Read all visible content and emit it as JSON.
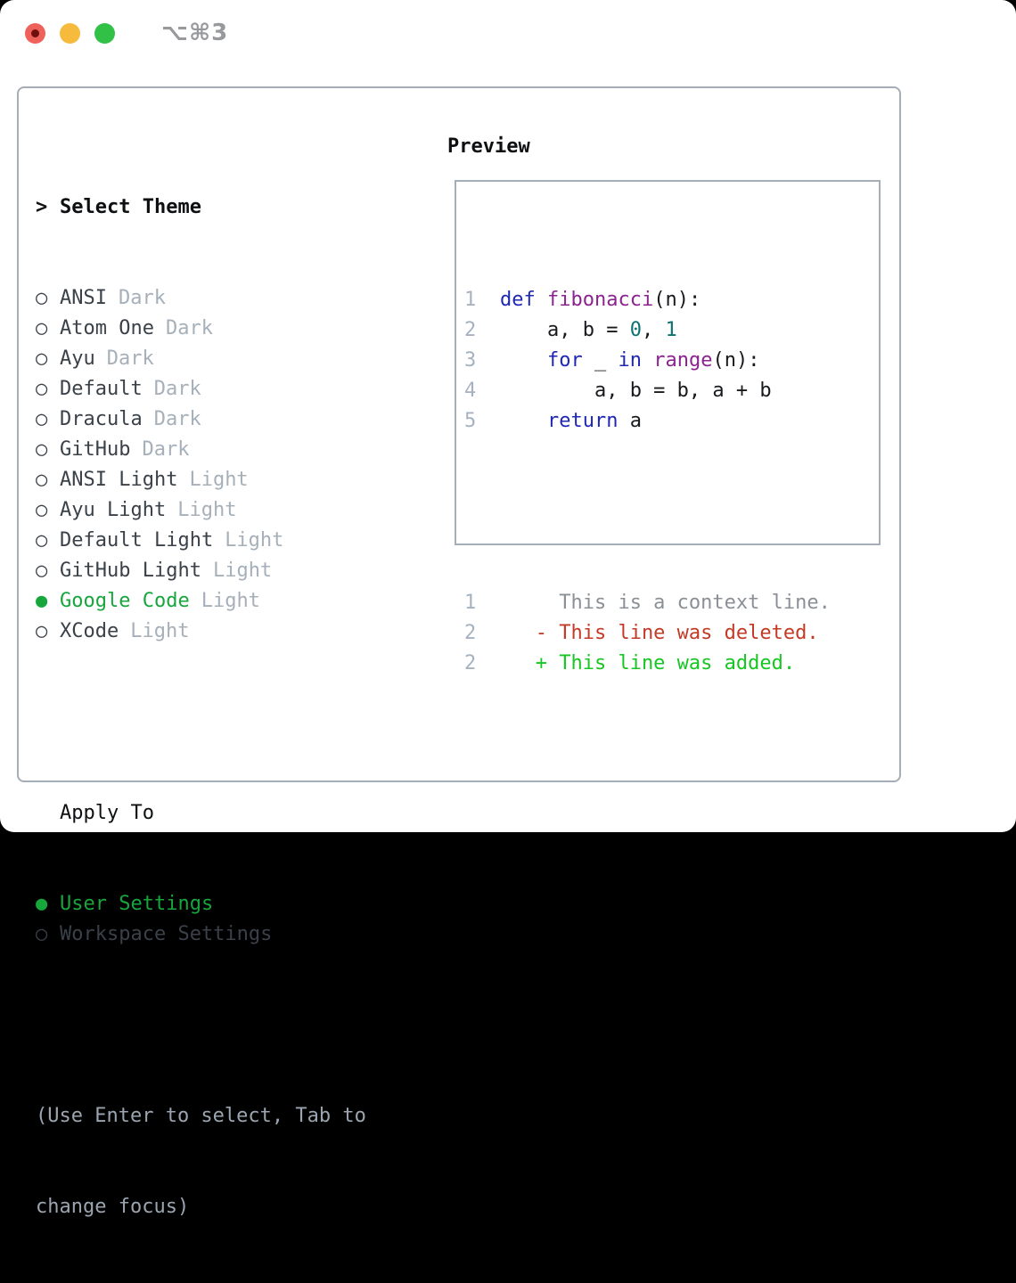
{
  "window": {
    "title": "⌥⌘3",
    "traffic_lights": [
      "close",
      "minimize",
      "zoom"
    ]
  },
  "theme_panel": {
    "header_marker": ">",
    "header": "Select Theme",
    "items": [
      {
        "marker": "○",
        "name": "ANSI",
        "tag": "Dark",
        "selected": false
      },
      {
        "marker": "○",
        "name": "Atom One",
        "tag": "Dark",
        "selected": false
      },
      {
        "marker": "○",
        "name": "Ayu",
        "tag": "Dark",
        "selected": false
      },
      {
        "marker": "○",
        "name": "Default",
        "tag": "Dark",
        "selected": false
      },
      {
        "marker": "○",
        "name": "Dracula",
        "tag": "Dark",
        "selected": false
      },
      {
        "marker": "○",
        "name": "GitHub",
        "tag": "Dark",
        "selected": false
      },
      {
        "marker": "○",
        "name": "ANSI Light",
        "tag": "Light",
        "selected": false
      },
      {
        "marker": "○",
        "name": "Ayu Light",
        "tag": "Light",
        "selected": false
      },
      {
        "marker": "○",
        "name": "Default Light",
        "tag": "Light",
        "selected": false
      },
      {
        "marker": "○",
        "name": "GitHub Light",
        "tag": "Light",
        "selected": false
      },
      {
        "marker": "●",
        "name": "Google Code",
        "tag": "Light",
        "selected": true
      },
      {
        "marker": "○",
        "name": "XCode",
        "tag": "Light",
        "selected": false
      }
    ]
  },
  "apply_panel": {
    "header": "Apply To",
    "options": [
      {
        "marker": "●",
        "label": "User Settings",
        "selected": true
      },
      {
        "marker": "○",
        "label": "Workspace Settings",
        "selected": false
      }
    ]
  },
  "hint": {
    "line1": "(Use Enter to select, Tab to",
    "line2": "change focus)"
  },
  "preview": {
    "header": "Preview",
    "code_lines": [
      {
        "num": "1",
        "tokens": [
          {
            "text": "def",
            "type": "keyword"
          },
          {
            "text": " ",
            "type": "plain"
          },
          {
            "text": "fibonacci",
            "type": "function"
          },
          {
            "text": "(n):",
            "type": "plain"
          }
        ]
      },
      {
        "num": "2",
        "tokens": [
          {
            "text": "    a, b = ",
            "type": "plain"
          },
          {
            "text": "0",
            "type": "number"
          },
          {
            "text": ", ",
            "type": "plain"
          },
          {
            "text": "1",
            "type": "number"
          }
        ]
      },
      {
        "num": "3",
        "tokens": [
          {
            "text": "    ",
            "type": "plain"
          },
          {
            "text": "for",
            "type": "keyword"
          },
          {
            "text": " _ ",
            "type": "plain"
          },
          {
            "text": "in",
            "type": "keyword"
          },
          {
            "text": " ",
            "type": "plain"
          },
          {
            "text": "range",
            "type": "function"
          },
          {
            "text": "(n):",
            "type": "plain"
          }
        ]
      },
      {
        "num": "4",
        "tokens": [
          {
            "text": "        a, b = b, a + b",
            "type": "plain"
          }
        ]
      },
      {
        "num": "5",
        "tokens": [
          {
            "text": "    ",
            "type": "plain"
          },
          {
            "text": "return",
            "type": "keyword"
          },
          {
            "text": " a",
            "type": "plain"
          }
        ]
      }
    ],
    "diff_lines": [
      {
        "num": "1",
        "text": "     This is a context line.",
        "type": "context"
      },
      {
        "num": "2",
        "text": "   - This line was deleted.",
        "type": "deleted"
      },
      {
        "num": "2",
        "text": "   + This line was added.",
        "type": "added"
      }
    ]
  },
  "colors": {
    "accent_green": "#17a63c",
    "added_green": "#17c622",
    "deleted_red": "#c33a26",
    "keyword_blue": "#1f28b4",
    "function_purple": "#8b2390",
    "number_teal": "#0c7171",
    "muted_gray": "#a6b0ba",
    "line_number_gray": "#a6b2c0",
    "border_gray": "#a5adb6",
    "traffic_red": "#ef625b",
    "traffic_yellow": "#f6bb3d",
    "traffic_green": "#31c146"
  }
}
